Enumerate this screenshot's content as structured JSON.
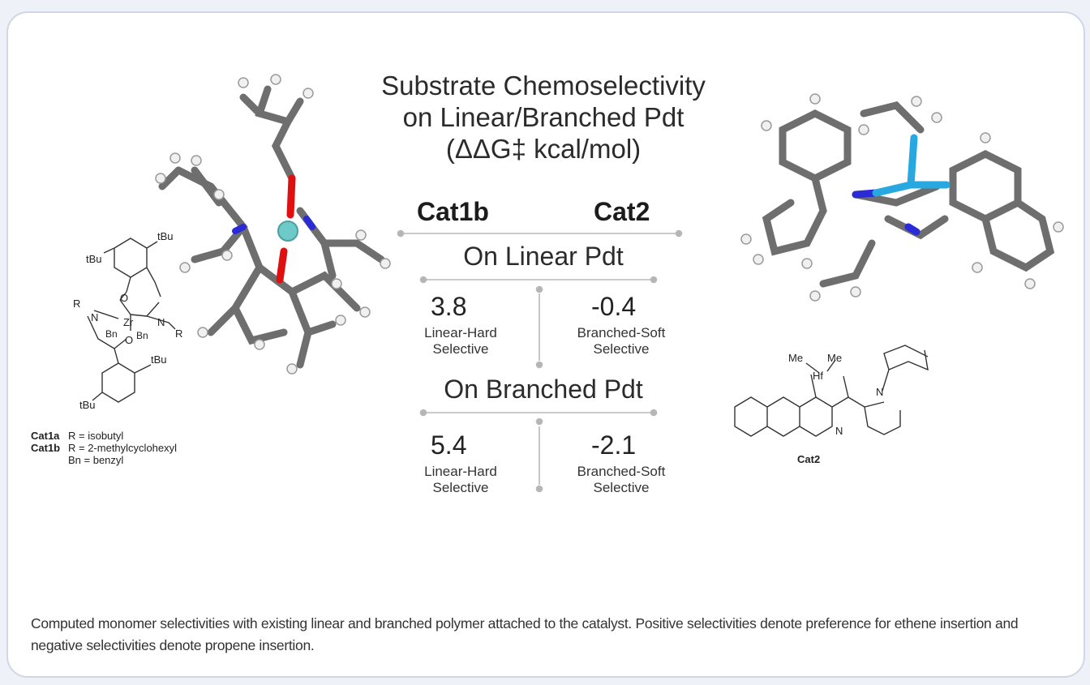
{
  "figure": {
    "title_lines": [
      "Substrate Chemoselectivity",
      "on Linear/Branched Pdt",
      "(ΔΔG‡ kcal/mol)"
    ],
    "cat_headers": [
      "Cat1b",
      "Cat2"
    ],
    "sections": [
      {
        "title": "On Linear Pdt",
        "cat1b_value": "3.8",
        "cat1b_desc_lines": [
          "Linear-Hard",
          "Selective"
        ],
        "cat2_value": "-0.4",
        "cat2_desc_lines": [
          "Branched-Soft",
          "Selective"
        ]
      },
      {
        "title": "On Branched Pdt",
        "cat1b_value": "5.4",
        "cat1b_desc_lines": [
          "Linear-Hard",
          "Selective"
        ],
        "cat2_value": "-2.1",
        "cat2_desc_lines": [
          "Branched-Soft",
          "Selective"
        ]
      }
    ],
    "cat1_structure": {
      "atom_labels": [
        "tBu",
        "tBu",
        "tBu",
        "tBu",
        "O",
        "O",
        "N",
        "N",
        "Zr",
        "Bn",
        "Bn",
        "R",
        "R"
      ],
      "legend": [
        {
          "name": "Cat1a",
          "text": "R = isobutyl"
        },
        {
          "name": "Cat1b",
          "text": "R = 2-methylcyclohexyl"
        },
        {
          "name": "",
          "text": "Bn = benzyl"
        }
      ]
    },
    "cat2_structure": {
      "atom_labels": [
        "Me",
        "Me",
        "Hf",
        "N",
        "N"
      ],
      "name": "Cat2"
    },
    "caption": "Computed monomer selectivities with existing linear and branched polymer attached to the catalyst. Positive selectivities denote preference for ethene insertion and negative selectivities denote propene insertion.",
    "colors": {
      "carbon": "#6e6e6e",
      "hydrogen": "#f2f2f2",
      "nitrogen": "#2a2ad6",
      "oxygen": "#e01010",
      "zirconium": "#6ec9c9",
      "hafnium": "#28a8e0",
      "divider": "#b5b5b5"
    }
  }
}
